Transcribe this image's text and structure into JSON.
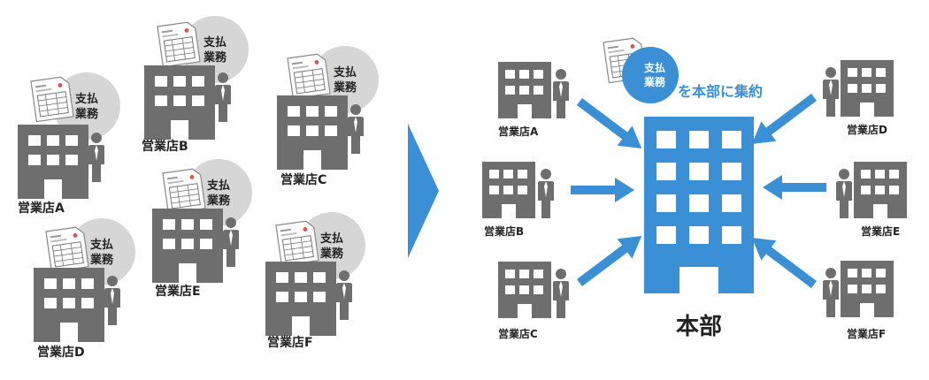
{
  "colors": {
    "gray": "#6e6e6e",
    "light_gray": "#d6d6d6",
    "blue": "#3b8fd4",
    "white": "#ffffff",
    "text": "#222222"
  },
  "task_bubble": {
    "line1": "支払",
    "line2": "業務"
  },
  "left_branches": [
    {
      "label": "営業店A"
    },
    {
      "label": "営業店B"
    },
    {
      "label": "営業店C"
    },
    {
      "label": "営業店D"
    },
    {
      "label": "営業店E"
    },
    {
      "label": "営業店F"
    }
  ],
  "right_branches": [
    {
      "label": "営業店A"
    },
    {
      "label": "営業店B"
    },
    {
      "label": "営業店C"
    },
    {
      "label": "営業店D"
    },
    {
      "label": "営業店E"
    },
    {
      "label": "営業店F"
    }
  ],
  "headquarters": {
    "label": "本部"
  },
  "consolidation_caption": "を本部に集約"
}
